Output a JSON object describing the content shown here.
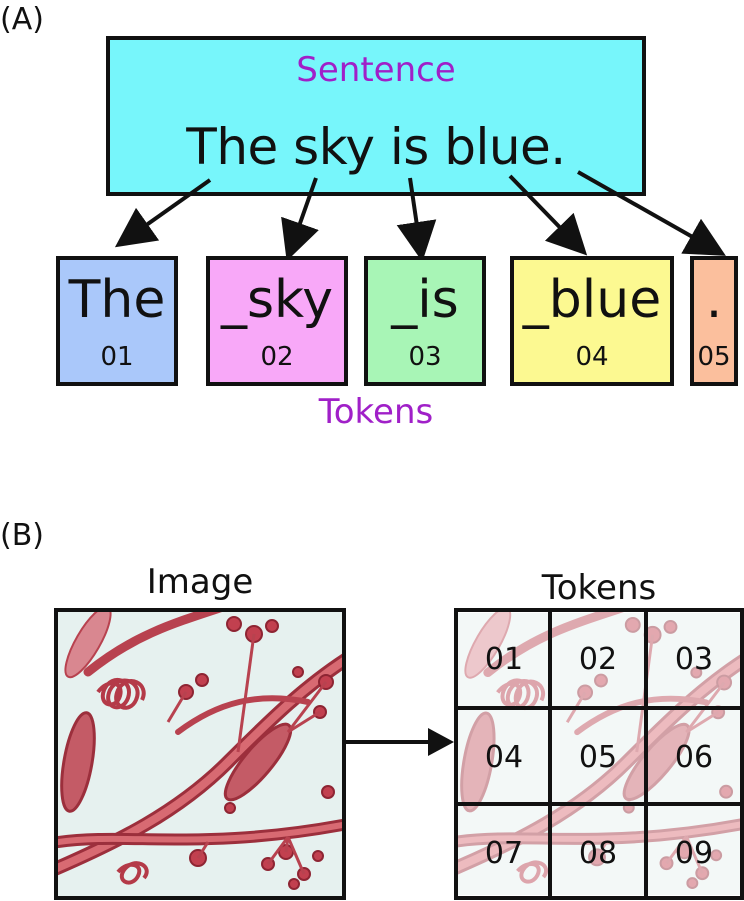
{
  "panel_a": {
    "label": "(A)",
    "sentence_title": "Sentence",
    "sentence": "The sky is blue.",
    "tokens_caption": "Tokens",
    "tokens": [
      {
        "text": "The",
        "id": "01",
        "color": "#aac8fa"
      },
      {
        "text": "_sky",
        "id": "02",
        "color": "#f8a8f8"
      },
      {
        "text": "_is",
        "id": "03",
        "color": "#a8f5b6"
      },
      {
        "text": "_blue",
        "id": "04",
        "color": "#fcf991"
      },
      {
        "text": ".",
        "id": "05",
        "color": "#fbbf9d"
      }
    ]
  },
  "panel_b": {
    "label": "(B)",
    "image_title": "Image",
    "tokens_title": "Tokens",
    "patches": [
      "01",
      "02",
      "03",
      "04",
      "05",
      "06",
      "07",
      "08",
      "09"
    ],
    "image_colors": {
      "background": "#e6f1ef",
      "stem": "#c9545f",
      "stem_dark": "#9c2f3c",
      "bud": "#c2404f"
    }
  }
}
